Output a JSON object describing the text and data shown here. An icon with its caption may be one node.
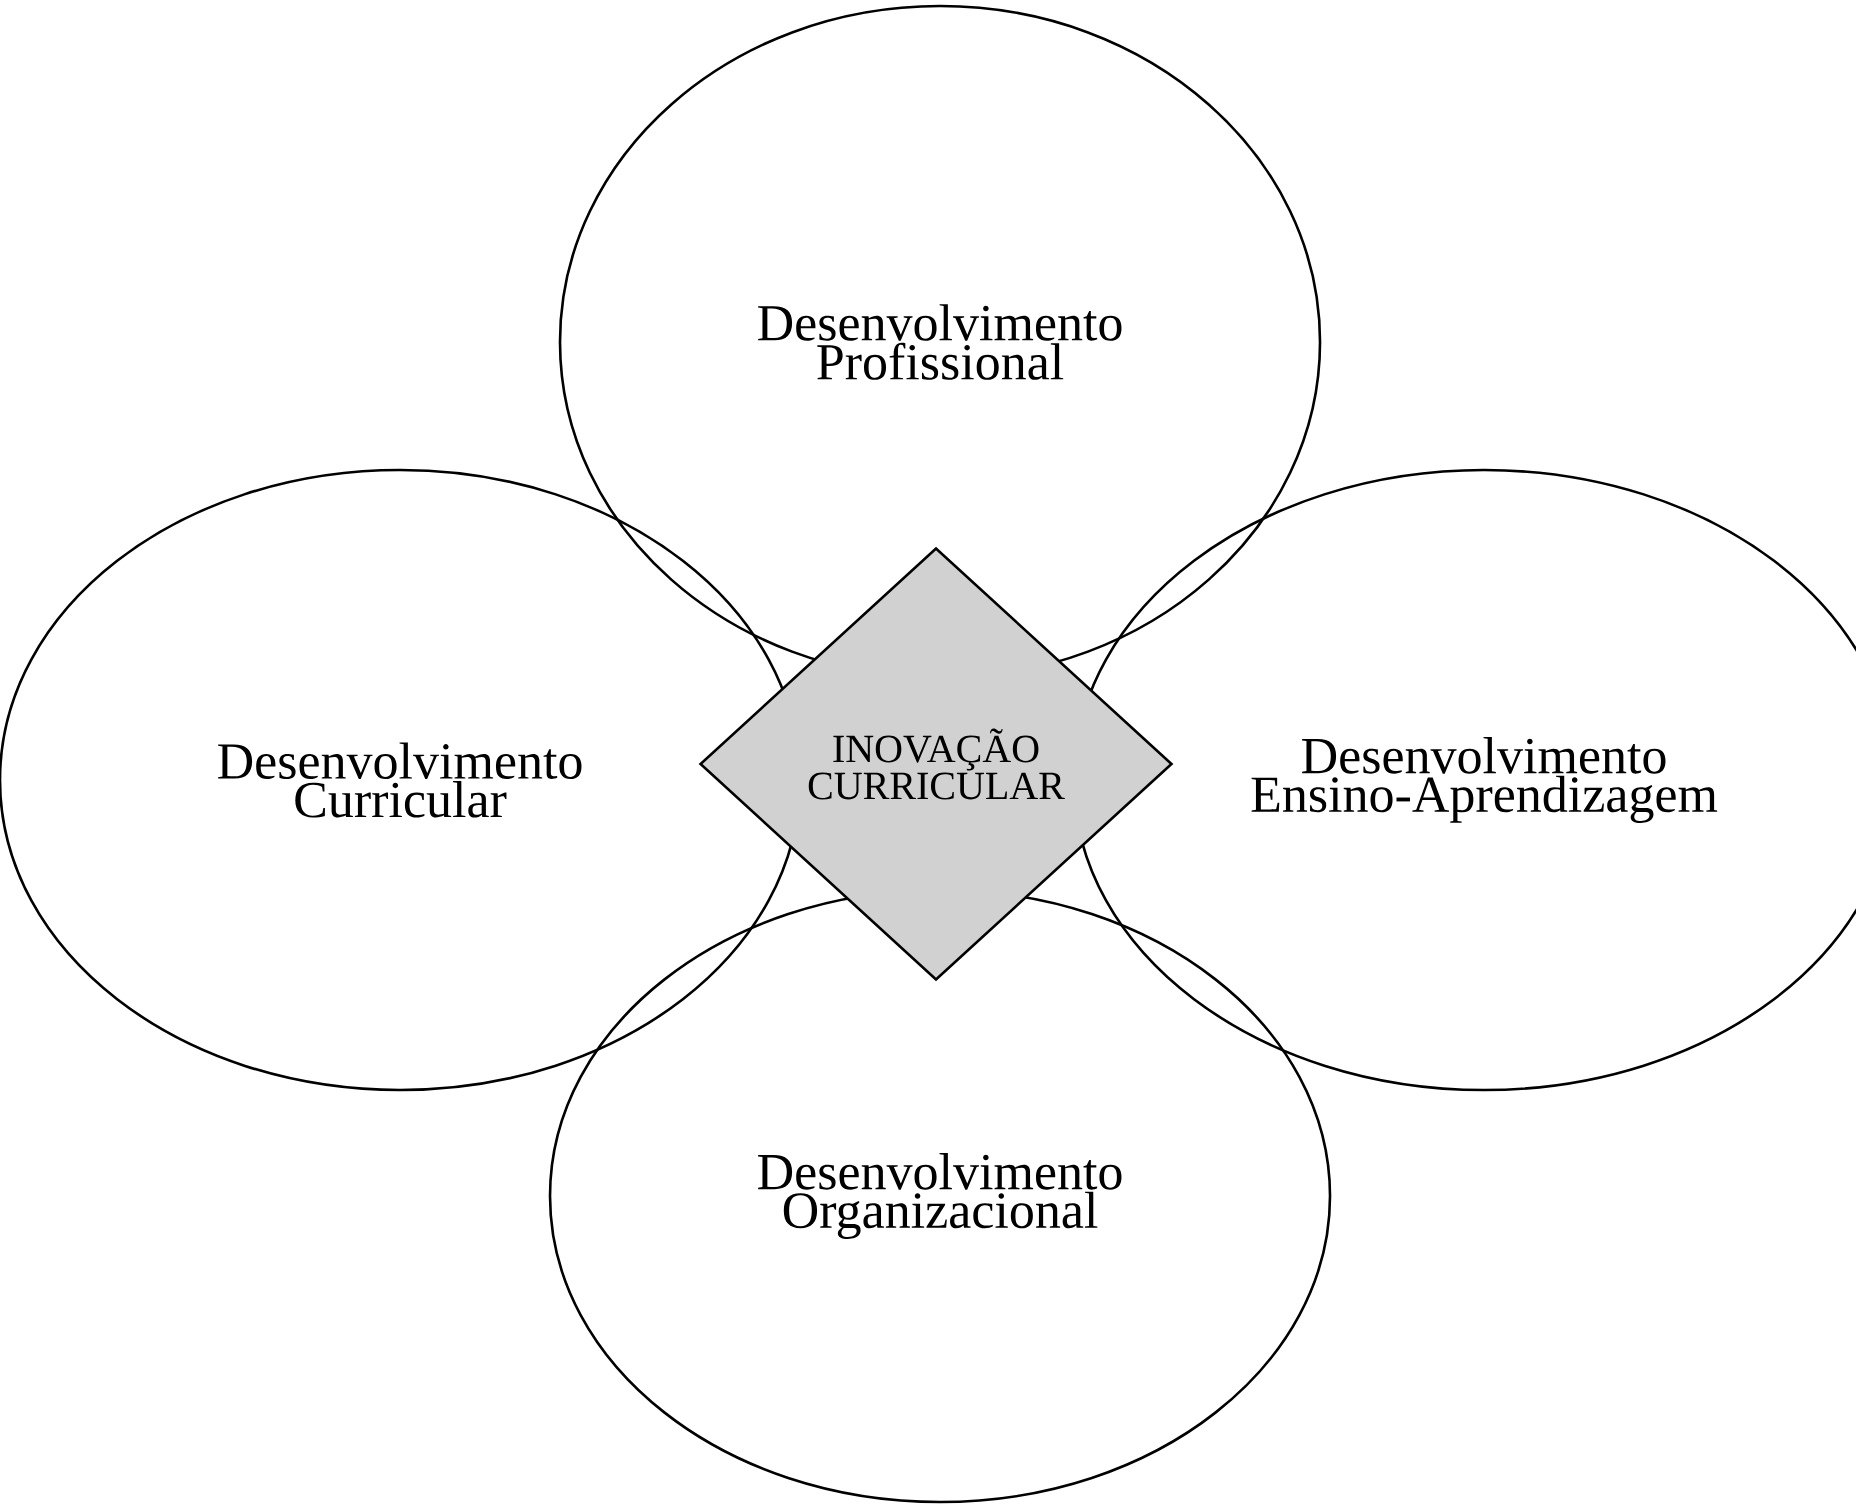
{
  "diagram": {
    "nodes": [
      {
        "text": [
          "Desenvolvimento Profissional"
        ]
      },
      {
        "text": [
          "Desenvolvimento Curricular"
        ]
      },
      {
        "text": [
          "INOVAÇÃO CURRICULAR"
        ]
      },
      {
        "text": [
          "Desenvolvimento Ensino-Aprendizagem"
        ]
      },
      {
        "text": [
          "Desenvolvimento Organizacional"
        ]
      }
    ]
  }
}
